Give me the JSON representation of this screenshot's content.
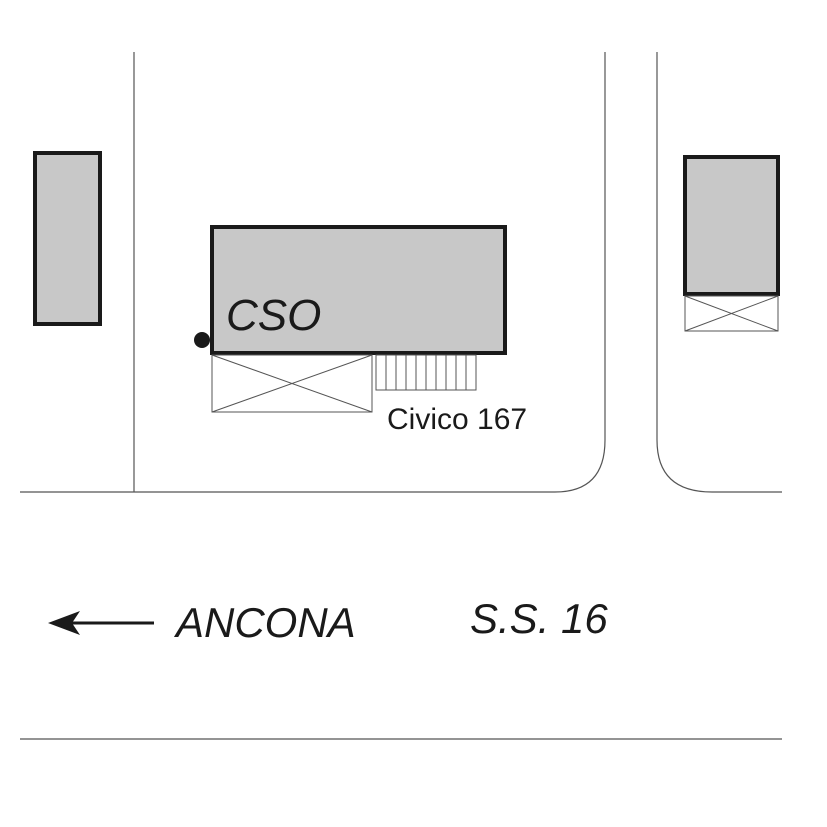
{
  "map": {
    "building_label": "CSO",
    "house_number_label": "Civico 167",
    "direction_label": "ANCONA",
    "road_label": "S.S. 16",
    "colors": {
      "background": "#ffffff",
      "building_fill": "#c8c8c8",
      "outline": "#1a1a1a",
      "road_line": "#555555"
    },
    "icons": {
      "direction_arrow": "left-arrow-icon",
      "location_marker": "dot-marker-icon"
    }
  }
}
